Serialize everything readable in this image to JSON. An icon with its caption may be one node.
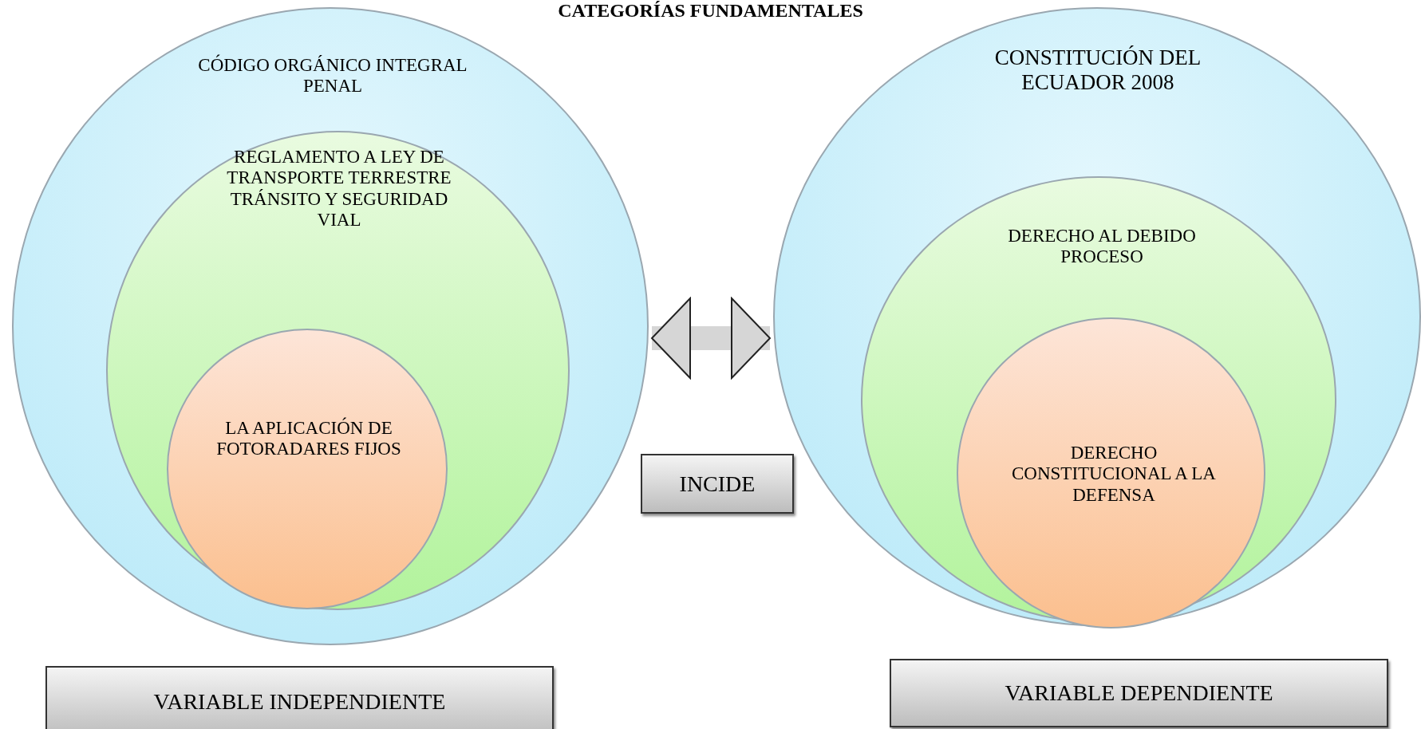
{
  "diagram": {
    "title": "CATEGORÍAS FUNDAMENTALES",
    "nodes": [
      {
        "text": [
          "CÓDIGO ORGÁNICO INTEGRAL PENAL"
        ]
      },
      {
        "text": [
          "REGLAMENTO A LEY DE TRANSPORTE TERRESTRE TRÁNSITO Y SEGURIDAD VIAL"
        ],
        "in": 0
      },
      {
        "text": [
          "LA APLICACIÓN DE FOTORADARES FIJOS"
        ],
        "in": 1
      },
      {
        "text": [
          "CONSTITUCIÓN DEL ECUADOR 2008"
        ]
      },
      {
        "text": [
          "DERECHO AL DEBIDO PROCESO"
        ],
        "in": 3
      },
      {
        "text": [
          "DERECHO CONSTITUCIONAL A LA DEFENSA"
        ],
        "in": 4
      },
      {
        "text": [
          "INCIDE"
        ]
      },
      {
        "text": [
          "VARIABLE INDEPENDIENTE"
        ]
      },
      {
        "text": [
          "VARIABLE DEPENDIENTE"
        ]
      }
    ],
    "edges": [
      {
        "from": 0,
        "to": 3,
        "arrow": "both"
      }
    ]
  }
}
